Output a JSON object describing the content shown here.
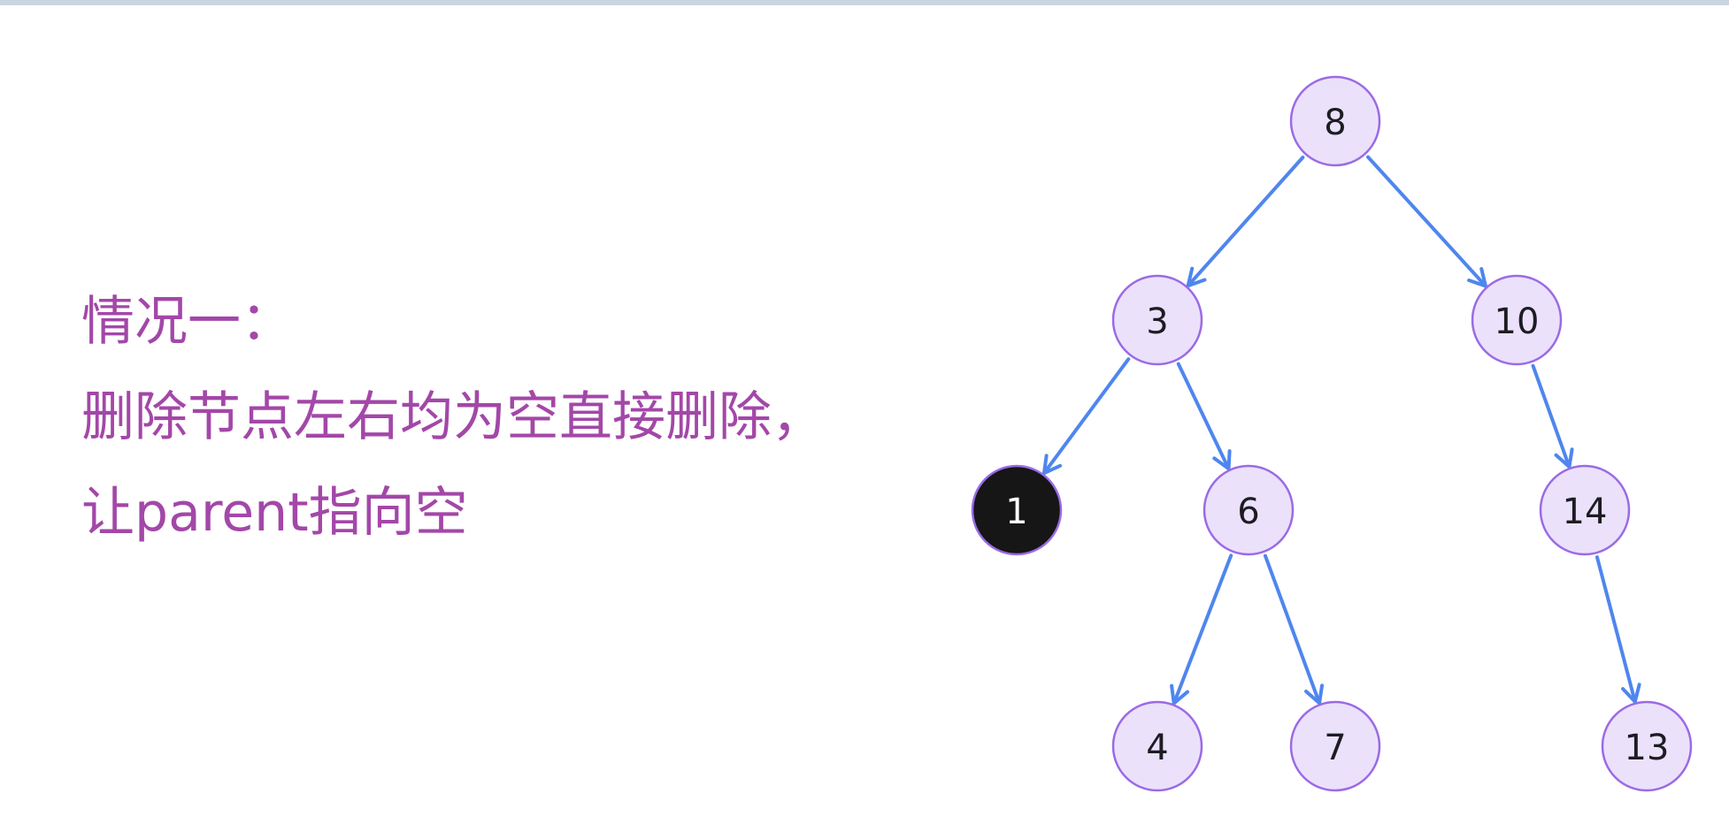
{
  "caption": {
    "lines": [
      "情况一：",
      "删除节点左右均为空直接删除，",
      "让parent指向空"
    ]
  },
  "tree": {
    "nodes": [
      {
        "id": "n8",
        "label": "8"
      },
      {
        "id": "n3",
        "label": "3"
      },
      {
        "id": "n10",
        "label": "10"
      },
      {
        "id": "n1",
        "label": "1",
        "removed": true
      },
      {
        "id": "n6",
        "label": "6"
      },
      {
        "id": "n14",
        "label": "14"
      },
      {
        "id": "n4",
        "label": "4"
      },
      {
        "id": "n7",
        "label": "7"
      },
      {
        "id": "n13",
        "label": "13"
      }
    ],
    "edges": [
      {
        "from": "n8",
        "to": "n3"
      },
      {
        "from": "n8",
        "to": "n10"
      },
      {
        "from": "n3",
        "to": "n1"
      },
      {
        "from": "n3",
        "to": "n6"
      },
      {
        "from": "n10",
        "to": "n14"
      },
      {
        "from": "n6",
        "to": "n4"
      },
      {
        "from": "n6",
        "to": "n7"
      },
      {
        "from": "n14",
        "to": "n13"
      }
    ]
  },
  "colors": {
    "caption": "#a347a8",
    "node_fill": "#ebe1fb",
    "node_stroke": "#9b6ae6",
    "removed_node_fill": "#161616",
    "edge": "#4f86ee"
  }
}
